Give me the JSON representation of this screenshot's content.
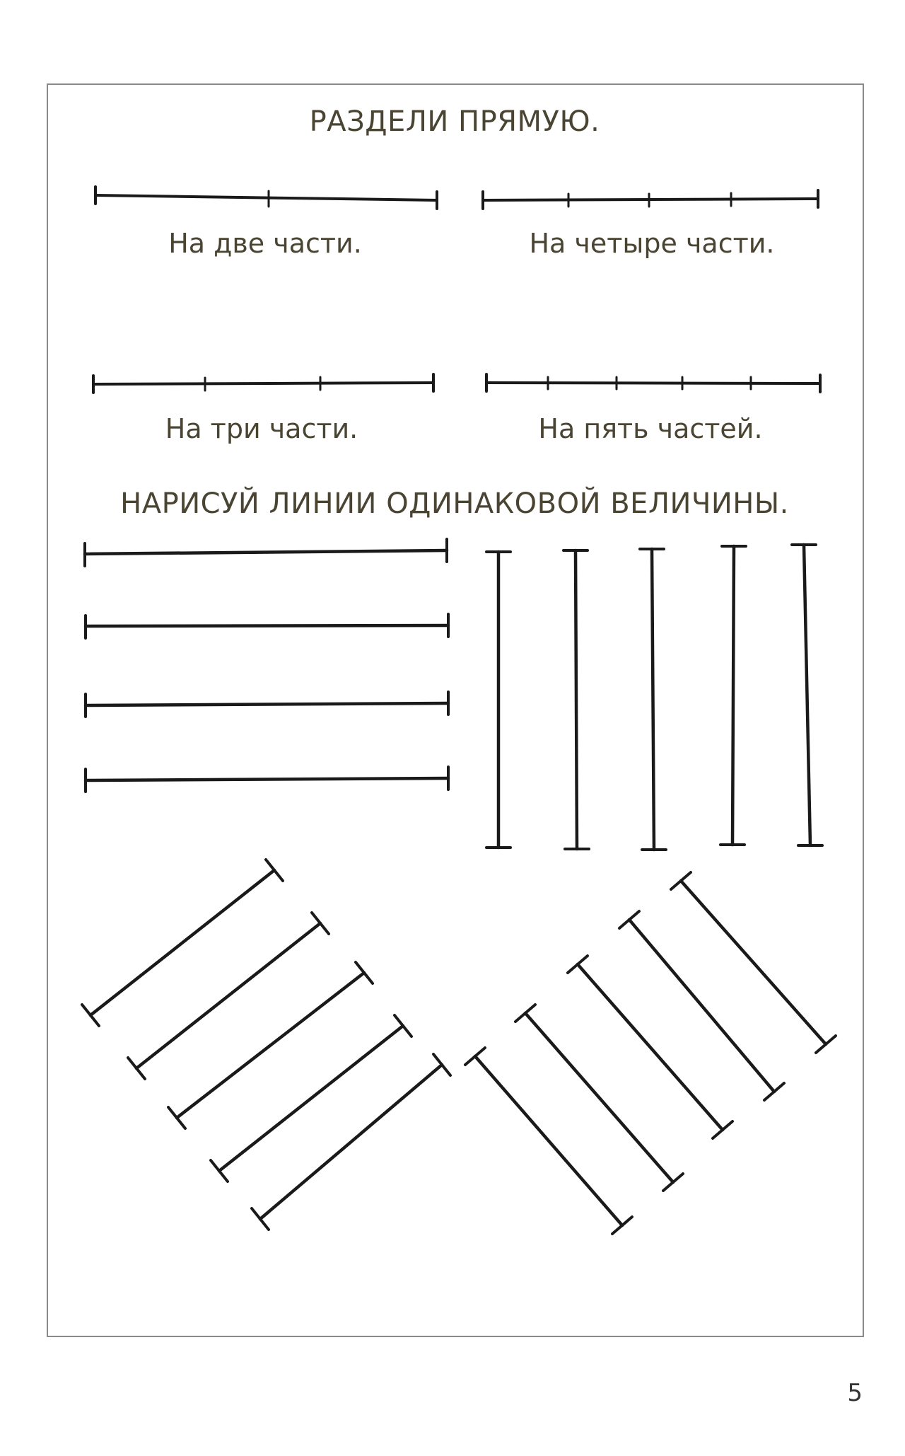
{
  "task1": {
    "title": "РАЗДЕЛИ ПРЯМУЮ.",
    "items": [
      {
        "label": "На две части.",
        "parts": 2
      },
      {
        "label": "На четыре части.",
        "parts": 4
      },
      {
        "label": "На три части.",
        "parts": 3
      },
      {
        "label": "На пять частей.",
        "parts": 5
      }
    ]
  },
  "task2": {
    "title": "НАРИСУЙ ЛИНИИ ОДИНАКОВОЙ ВЕЛИЧИНЫ.",
    "groups": [
      {
        "orientation": "horizontal",
        "count": 4
      },
      {
        "orientation": "vertical",
        "count": 5
      },
      {
        "orientation": "diagonal-rising",
        "count": 5
      },
      {
        "orientation": "diagonal-falling",
        "count": 5
      }
    ]
  },
  "page_number": "5"
}
